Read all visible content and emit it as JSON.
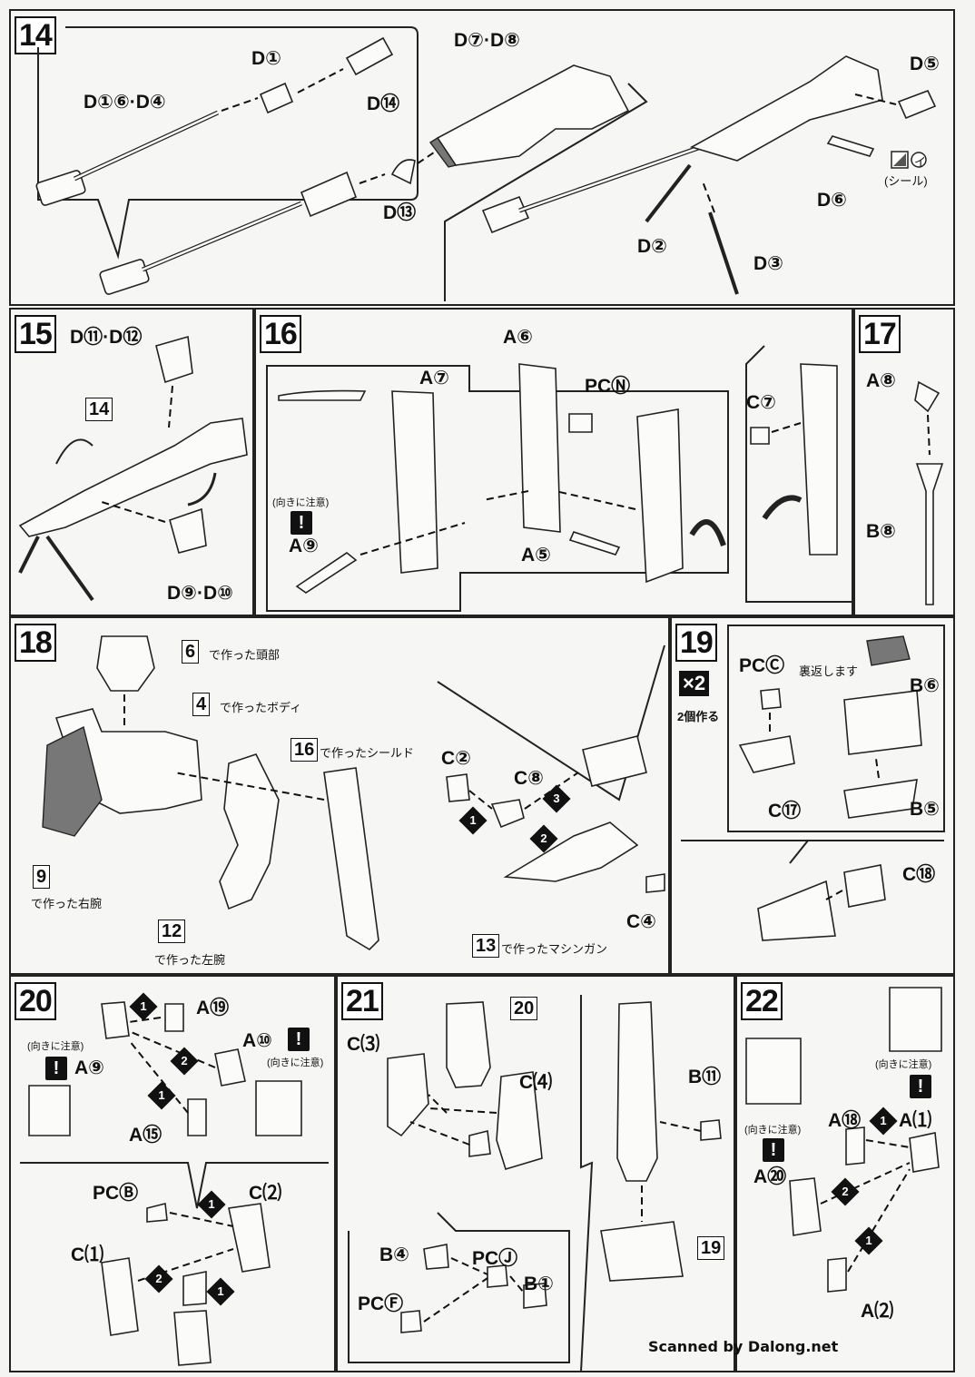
{
  "steps": {
    "s14": {
      "num": "14",
      "labels": [
        "D①⑥·D④",
        "D①",
        "D⑭",
        "D⑦·D⑧",
        "D⑬",
        "D⑤",
        "D⑥",
        "D②",
        "D③"
      ],
      "seal": "(シール)",
      "seal_mark": "イ"
    },
    "s15": {
      "num": "15",
      "labels": [
        "D⑪·D⑫",
        "D⑨·D⑩"
      ],
      "ref": "14"
    },
    "s16": {
      "num": "16",
      "labels": [
        "A⑨",
        "A⑦",
        "PCⓃ",
        "A⑤",
        "C⑦",
        "A⑥"
      ],
      "caution": "(向きに注意)"
    },
    "s17": {
      "num": "17",
      "labels": [
        "A⑧",
        "B⑧"
      ]
    },
    "s18": {
      "num": "18",
      "refs": [
        "6",
        "4",
        "16",
        "9",
        "12",
        "13"
      ],
      "texts": [
        "で作った頭部",
        "で作ったボディ",
        "で作ったシールド",
        "で作った右腕",
        "で作った左腕",
        "で作ったマシンガン"
      ],
      "labels": [
        "C②",
        "C⑧",
        "C④"
      ]
    },
    "s19": {
      "num": "19",
      "times": "×2",
      "times_text": "2個作る",
      "labels": [
        "PCⒸ",
        "C⑰",
        "B⑥",
        "B⑤",
        "C⑱"
      ],
      "flip": "裏返します"
    },
    "s20": {
      "num": "20",
      "labels": [
        "A⑲",
        "A⑨",
        "A⑩",
        "A⑮",
        "PCⒷ",
        "C⑵",
        "C⑴"
      ],
      "caution": "(向きに注意)"
    },
    "s21": {
      "num": "21",
      "ref_top": "20",
      "ref_bottom": "19",
      "labels": [
        "C⑶",
        "C⑷",
        "B⑪",
        "B④",
        "PCⒿ",
        "B①",
        "PCⒻ"
      ]
    },
    "s22": {
      "num": "22",
      "labels": [
        "A⑱",
        "A⑴",
        "A⑳",
        "A⑵"
      ],
      "caution": "(向きに注意)"
    }
  },
  "credit": "Scanned by Dalong.net"
}
